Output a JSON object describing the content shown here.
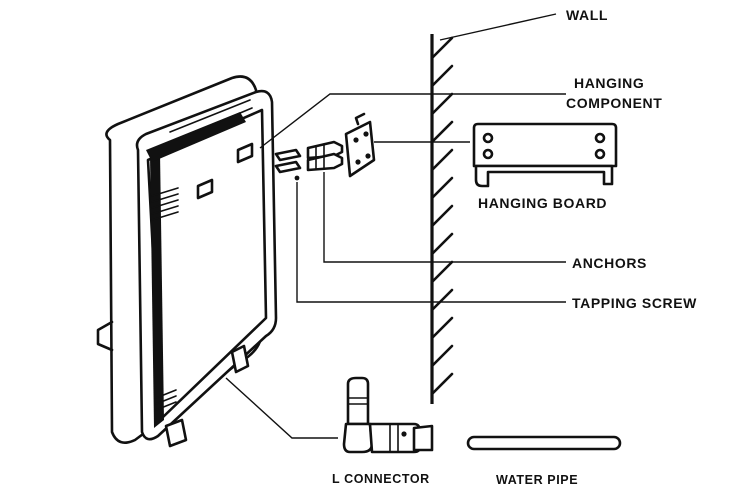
{
  "labels": {
    "wall": "WALL",
    "hanging_component_line1": "HANGING",
    "hanging_component_line2": "COMPONENT",
    "hanging_board": "HANGING BOARD",
    "anchors": "ANCHORS",
    "tapping_screw": "TAPPING SCREW",
    "l_connector": "L CONNECTOR",
    "water_pipe": "WATER PIPE"
  }
}
